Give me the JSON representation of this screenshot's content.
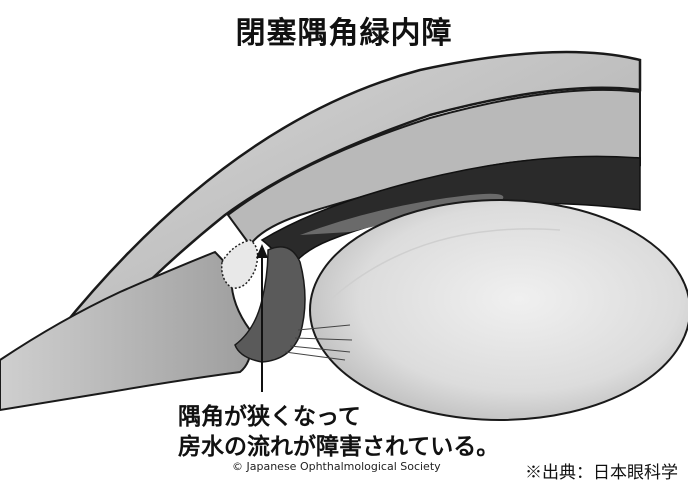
{
  "title": "閉塞隅角緑内障",
  "caption": {
    "line1": "隅角が狭くなって",
    "line2": "房水の流れが障害されている。"
  },
  "copyright": "© Japanese Ophthalmological Society",
  "source": "※出典：日本眼科学"
}
